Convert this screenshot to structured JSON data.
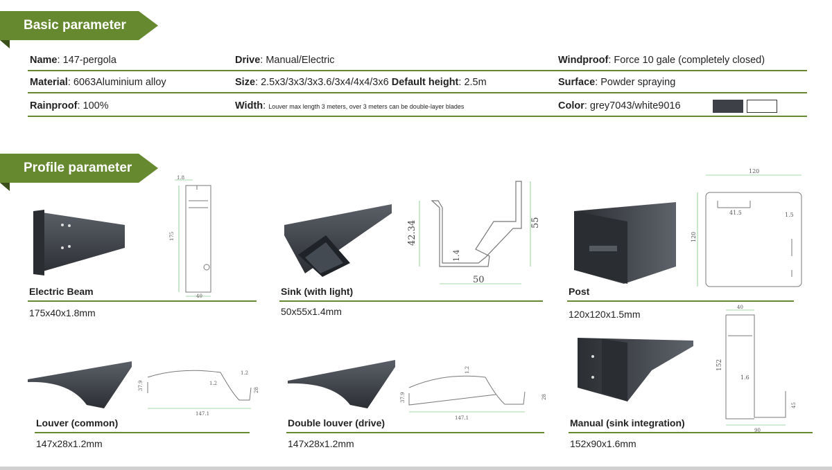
{
  "sections": {
    "basic_title": "Basic parameter",
    "profile_title": "Profile parameter"
  },
  "params": {
    "name_label": "Name",
    "name_value": "147-pergola",
    "drive_label": "Drive",
    "drive_value": "Manual/Electric",
    "windproof_label": "Windproof",
    "windproof_value": "Force 10 gale (completely closed)",
    "material_label": "Material",
    "material_value": "6063Aluminium alloy",
    "size_label": "Size",
    "size_value": "2.5x3/3x3/3x3.6/3x4/4x4/3x6",
    "height_label": "Default height",
    "height_value": "2.5m",
    "surface_label": "Surface",
    "surface_value": "Powder spraying",
    "rainproof_label": "Rainproof",
    "rainproof_value": "100%",
    "width_label": "Width",
    "width_value": "Louver max length 3 meters, over 3 meters can be double-layer blades",
    "color_label": "Color",
    "color_value": "grey7043/white9016"
  },
  "colors": {
    "accent": "#66882f",
    "grey_swatch": "#3d4147",
    "white_swatch": "#ffffff"
  },
  "profiles": [
    {
      "name": "Electric Beam",
      "dims": "175x40x1.8mm",
      "drawing": [
        "1.8",
        "175",
        "40"
      ]
    },
    {
      "name": "Sink (with light)",
      "dims": "50x55x1.4mm",
      "drawing": [
        "42.34",
        "1.4",
        "55",
        "50"
      ]
    },
    {
      "name": "Post",
      "dims": "120x120x1.5mm",
      "drawing": [
        "120",
        "41.5",
        "1.5",
        "120"
      ]
    },
    {
      "name": "Louver (common)",
      "dims": "147x28x1.2mm",
      "drawing": [
        "37.9",
        "1.2",
        "1.2",
        "28",
        "147.1"
      ]
    },
    {
      "name": "Double louver (drive)",
      "dims": "147x28x1.2mm",
      "drawing": [
        "37.9",
        "1.2",
        "28",
        "147.1"
      ]
    },
    {
      "name": "Manual (sink integration)",
      "dims": "152x90x1.6mm",
      "drawing": [
        "40",
        "152",
        "1.6",
        "45",
        "90"
      ]
    }
  ]
}
